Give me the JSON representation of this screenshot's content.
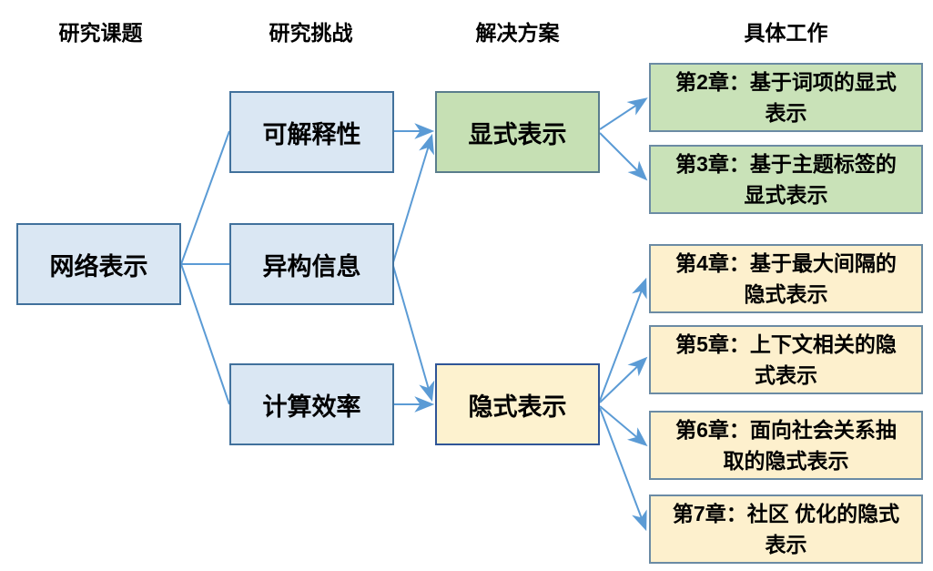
{
  "headers": [
    {
      "label": "研究课题"
    },
    {
      "label": "研究挑战"
    },
    {
      "label": "解决方案"
    },
    {
      "label": "具体工作"
    }
  ],
  "nodes": {
    "topic": {
      "label": "网络表示"
    },
    "challenges": [
      {
        "label": "可解释性"
      },
      {
        "label": "异构信息"
      },
      {
        "label": "计算效率"
      }
    ],
    "solutions": [
      {
        "label": "显式表示"
      },
      {
        "label": "隐式表示"
      }
    ],
    "chapters": [
      {
        "label": "第2章：基于词项的显式\n表示"
      },
      {
        "label": "第3章：基于主题标签的\n显式表示"
      },
      {
        "label": "第4章：基于最大间隔的\n隐式表示"
      },
      {
        "label": "第5章：上下文相关的隐\n式表示"
      },
      {
        "label": "第6章：面向社会关系抽\n取的隐式表示"
      },
      {
        "label": "第7章：社区 优化的隐式\n表示"
      }
    ]
  },
  "edges": [
    {
      "from": "网络表示",
      "to": "可解释性",
      "arrow": false
    },
    {
      "from": "网络表示",
      "to": "异构信息",
      "arrow": false
    },
    {
      "from": "网络表示",
      "to": "计算效率",
      "arrow": false
    },
    {
      "from": "可解释性",
      "to": "显式表示",
      "arrow": true
    },
    {
      "from": "异构信息",
      "to": "显式表示",
      "arrow": true
    },
    {
      "from": "异构信息",
      "to": "隐式表示",
      "arrow": true
    },
    {
      "from": "计算效率",
      "to": "隐式表示",
      "arrow": true
    },
    {
      "from": "显式表示",
      "to": "第2章",
      "arrow": true
    },
    {
      "from": "显式表示",
      "to": "第3章",
      "arrow": true
    },
    {
      "from": "隐式表示",
      "to": "第4章",
      "arrow": true
    },
    {
      "from": "隐式表示",
      "to": "第5章",
      "arrow": true
    },
    {
      "from": "隐式表示",
      "to": "第6章",
      "arrow": true
    },
    {
      "from": "隐式表示",
      "to": "第7章",
      "arrow": true
    }
  ],
  "colors": {
    "background": "#ffffff",
    "blue_fill": "#dae7f3",
    "blue_border": "#41719c",
    "green_fill": "#c6e0b4",
    "green_border": "#5a7d8c",
    "yellow_fill": "#fdf0cd",
    "yellow_main_border": "#2f5597",
    "chapter_border": "#6b8ba4",
    "line": "#5b9bd5",
    "text": "#000000"
  }
}
